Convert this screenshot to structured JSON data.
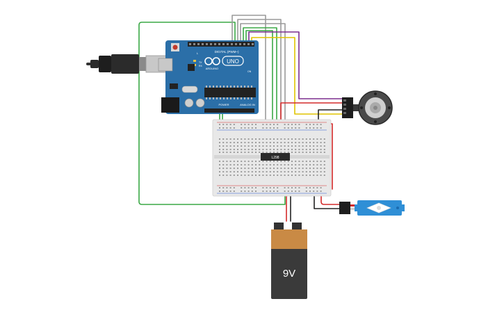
{
  "arduino": {
    "brand_text": "UNO",
    "sub_text": "ARDUINO",
    "digital_label": "DIGITAL (PWM~)",
    "power_label": "POWER",
    "analog_label": "ANALOG IN",
    "tx_label": "TX",
    "rx_label": "RX",
    "l_label": "L",
    "on_label": "ON"
  },
  "ic": {
    "label": "L298"
  },
  "battery": {
    "label": "9V"
  },
  "colors": {
    "board_blue": "#2b6fa8",
    "board_dark": "#1f5588",
    "wire_green": "#3aa845",
    "wire_red": "#d42a2a",
    "wire_black": "#222222",
    "wire_yellow": "#e0c400",
    "wire_purple": "#7b2f8e",
    "wire_gray": "#9a9a9a",
    "battery_orange": "#c98a45",
    "battery_dark": "#3a3a3a",
    "servo_blue": "#2f8fd6"
  }
}
